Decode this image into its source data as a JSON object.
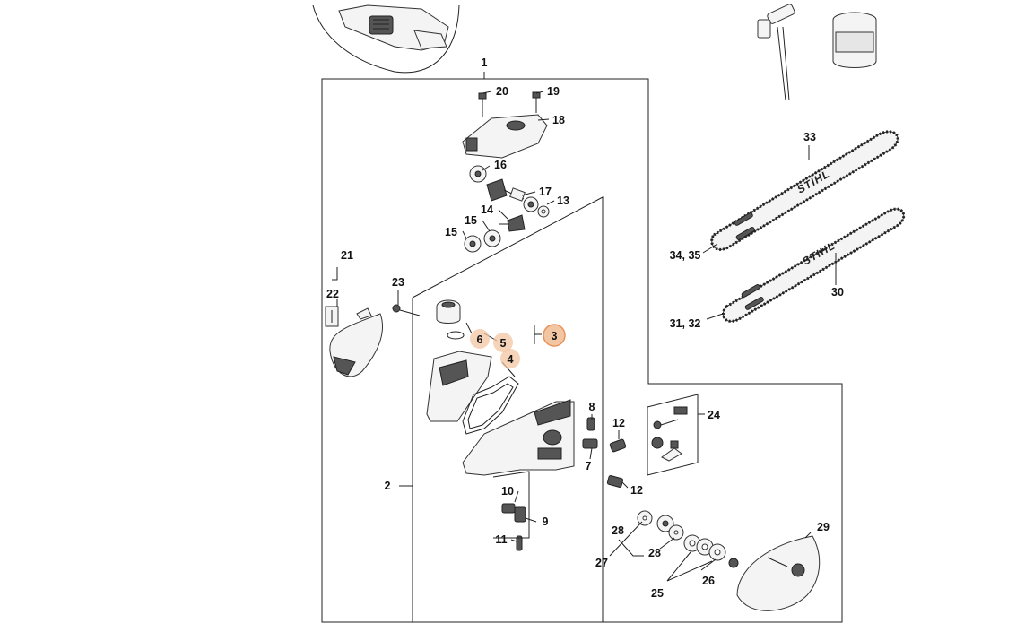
{
  "callouts": {
    "c1": "1",
    "c2": "2",
    "c3": "3",
    "c4": "4",
    "c5": "5",
    "c6": "6",
    "c7": "7",
    "c8": "8",
    "c9": "9",
    "c10": "10",
    "c11": "11",
    "c12a": "12",
    "c12b": "12",
    "c13": "13",
    "c14": "14",
    "c15a": "15",
    "c15b": "15",
    "c16": "16",
    "c17": "17",
    "c18": "18",
    "c19": "19",
    "c20": "20",
    "c21": "21",
    "c22": "22",
    "c23": "23",
    "c24": "24",
    "c25": "25",
    "c26": "26",
    "c27": "27",
    "c28a": "28",
    "c28b": "28",
    "c29": "29",
    "c30": "30",
    "c3132": "31, 32",
    "c33": "33",
    "c3435": "34, 35"
  },
  "brand": {
    "bar_upper": "STIHL",
    "bar_lower": "STIHL"
  },
  "colors": {
    "highlight": "#f3c6a3",
    "highlight_ring": "#e8935a",
    "line": "#222222"
  },
  "highlighted_callouts": [
    "3",
    "4",
    "5",
    "6"
  ]
}
